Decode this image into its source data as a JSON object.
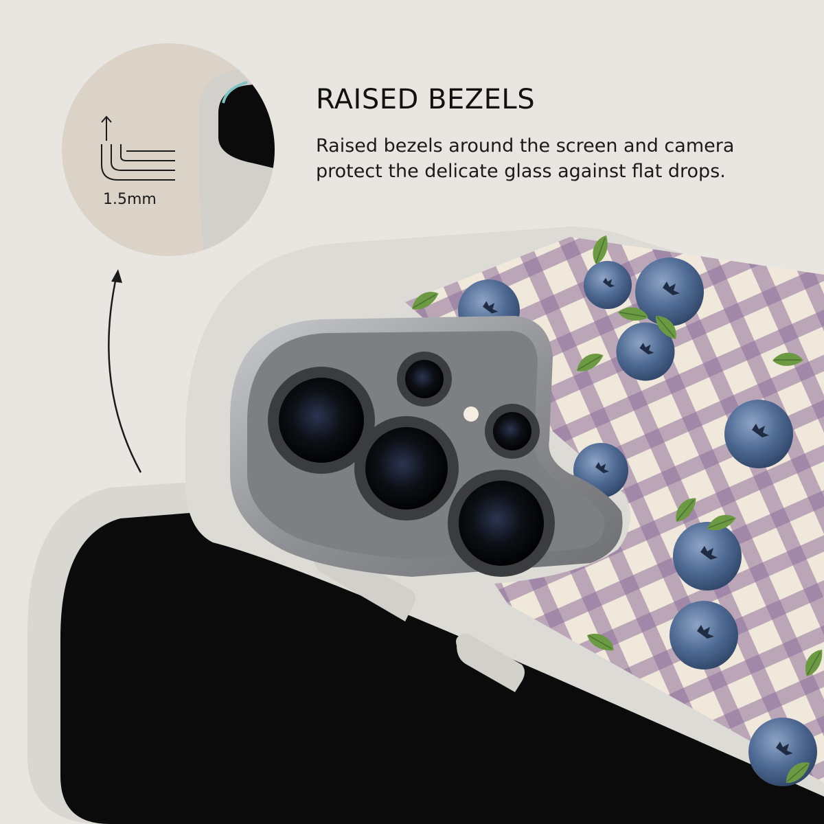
{
  "headline": "RAISED BEZELS",
  "description": "Raised bezels around the screen and camera protect the delicate glass against flat drops.",
  "callout": {
    "measurement": "1.5mm",
    "icon": "bezel-height-icon"
  },
  "product": {
    "pattern": "purple gingham with blueberries",
    "colors": {
      "background": "#e9e6e1",
      "callout_circle": "#dcd3c8",
      "case_frame": "#dddbd6",
      "gingham_base": "#f1e8dc",
      "gingham_stripe": "#8e6f9b",
      "blueberry": "#4e6a93",
      "leaf": "#6c9a43",
      "camera_metal": "#8f9195"
    }
  }
}
